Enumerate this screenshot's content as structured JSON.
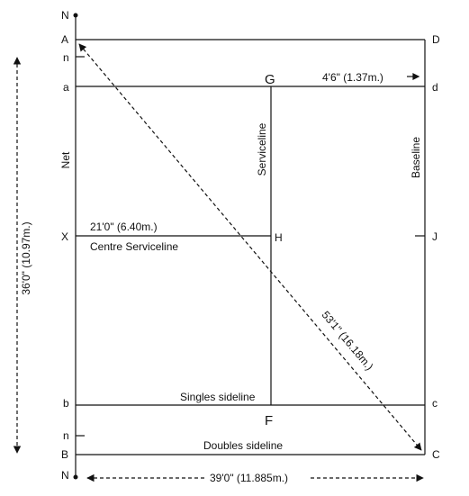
{
  "diagram": {
    "points": {
      "N_top": "N",
      "A": "A",
      "n_top": "n",
      "a": "a",
      "X": "X",
      "b": "b",
      "n_bottom": "n",
      "B": "B",
      "N_bottom": "N",
      "D": "D",
      "d": "d",
      "J": "J",
      "c": "c",
      "C": "C",
      "G": "G",
      "H": "H",
      "F": "F"
    },
    "labels": {
      "net": "Net",
      "serviceline": "Serviceline",
      "baseline": "Baseline",
      "centre_serviceline": "Centre Serviceline",
      "singles_sideline": "Singles sideline",
      "doubles_sideline": "Doubles sideline"
    },
    "measurements": {
      "alley_width": "4'6\" (1.37m.)",
      "service_length": "21'0\" (6.40m.)",
      "diagonal": "53'1\" (16.18m.)",
      "court_width": "36'0\" (10.97m.)",
      "court_length": "39'0\" (11.885m.)"
    }
  }
}
